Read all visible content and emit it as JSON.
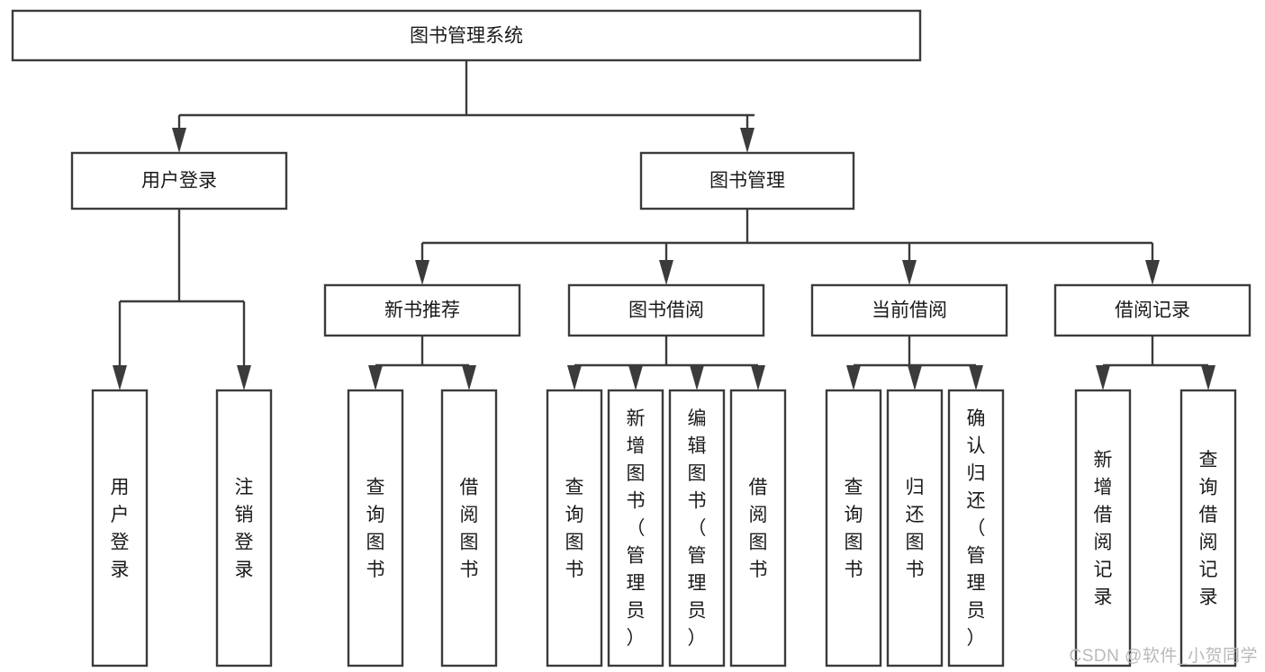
{
  "diagram": {
    "type": "tree",
    "title": "图书管理系统",
    "orientation": "top-down",
    "colors": {
      "background": "#ffffff",
      "box_fill": "#ffffff",
      "box_stroke": "#3b3b3b",
      "text": "#1a1a1a",
      "watermark": "#b9b9b9"
    },
    "root": {
      "label": "图书管理系统",
      "text_orientation": "horizontal"
    },
    "level2": [
      {
        "label": "用户登录",
        "text_orientation": "horizontal"
      },
      {
        "label": "图书管理",
        "text_orientation": "horizontal"
      }
    ],
    "level3": [
      {
        "label": "新书推荐",
        "text_orientation": "horizontal"
      },
      {
        "label": "图书借阅",
        "text_orientation": "horizontal"
      },
      {
        "label": "当前借阅",
        "text_orientation": "horizontal"
      },
      {
        "label": "借阅记录",
        "text_orientation": "horizontal"
      }
    ],
    "leaves": {
      "user_login": [
        {
          "label": "用户登录",
          "text_orientation": "vertical"
        },
        {
          "label": "注销登录",
          "text_orientation": "vertical"
        }
      ],
      "new_book_recommend": [
        {
          "label": "查询图书",
          "text_orientation": "vertical"
        },
        {
          "label": "借阅图书",
          "text_orientation": "vertical"
        }
      ],
      "book_borrow": [
        {
          "label": "查询图书",
          "text_orientation": "vertical"
        },
        {
          "label": "新增图书（管理员）",
          "text_orientation": "vertical"
        },
        {
          "label": "编辑图书（管理员）",
          "text_orientation": "vertical"
        },
        {
          "label": "借阅图书",
          "text_orientation": "vertical"
        }
      ],
      "current_borrow": [
        {
          "label": "查询图书",
          "text_orientation": "vertical"
        },
        {
          "label": "归还图书",
          "text_orientation": "vertical"
        },
        {
          "label": "确认归还（管理员）",
          "text_orientation": "vertical"
        }
      ],
      "borrow_record": [
        {
          "label": "新增借阅记录",
          "text_orientation": "vertical"
        },
        {
          "label": "查询借阅记录",
          "text_orientation": "vertical"
        }
      ]
    }
  },
  "watermark": {
    "text": "CSDN @软件_小贺同学"
  }
}
